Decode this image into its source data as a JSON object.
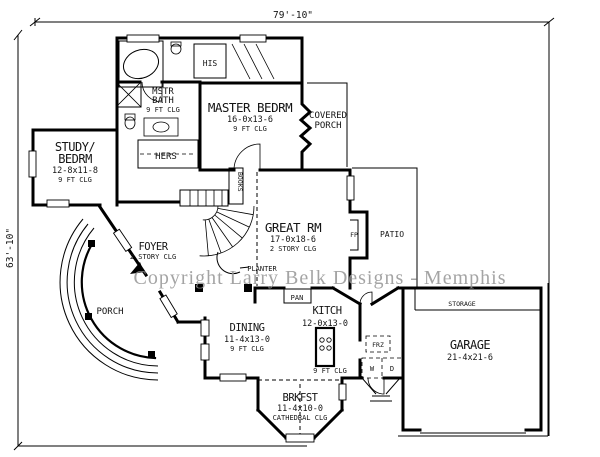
{
  "dimensions": {
    "width": "79'-10\"",
    "height": "63'-10\""
  },
  "watermark": "Copyright Larry Belk Designs - Memphis",
  "rooms": {
    "mstr_bath": {
      "name1": "MSTR",
      "name2": "BATH",
      "clg": "9 FT CLG"
    },
    "his": {
      "name": "HIS"
    },
    "hers": {
      "name": "HERS"
    },
    "master_bedrm": {
      "name": "MASTER BEDRM",
      "size": "16-0x13-6",
      "clg": "9 FT CLG"
    },
    "covered_porch": {
      "name1": "COVERED",
      "name2": "PORCH"
    },
    "study": {
      "name1": "STUDY/",
      "name2": "BEDRM",
      "size": "12-8x11-8",
      "clg": "9 FT CLG"
    },
    "great_rm": {
      "name": "GREAT RM",
      "size": "17-0x18-6",
      "clg": "2 STORY CLG"
    },
    "patio": {
      "name": "PATIO"
    },
    "fireplace": {
      "name": "FP"
    },
    "foyer": {
      "name": "FOYER",
      "clg": "2 STORY CLG"
    },
    "planter": {
      "name": "PLANTER"
    },
    "books": {
      "name": "BOOKS"
    },
    "porch": {
      "name": "PORCH"
    },
    "dining": {
      "name": "DINING",
      "size": "11-4x13-0",
      "clg": "9 FT CLG"
    },
    "kitchen": {
      "name": "KITCH",
      "size": "12-0x13-0",
      "clg": "9 FT CLG"
    },
    "pantry": {
      "name": "PAN"
    },
    "freezer": {
      "name": "FRZ"
    },
    "washer": {
      "name": "W"
    },
    "dryer": {
      "name": "D"
    },
    "brkfst": {
      "name": "BRKFST",
      "size": "11-4x10-0",
      "clg": "CATHEDRAL CLG"
    },
    "garage": {
      "name": "GARAGE",
      "size": "21-4x21-6"
    },
    "storage": {
      "name": "STORAGE"
    }
  }
}
